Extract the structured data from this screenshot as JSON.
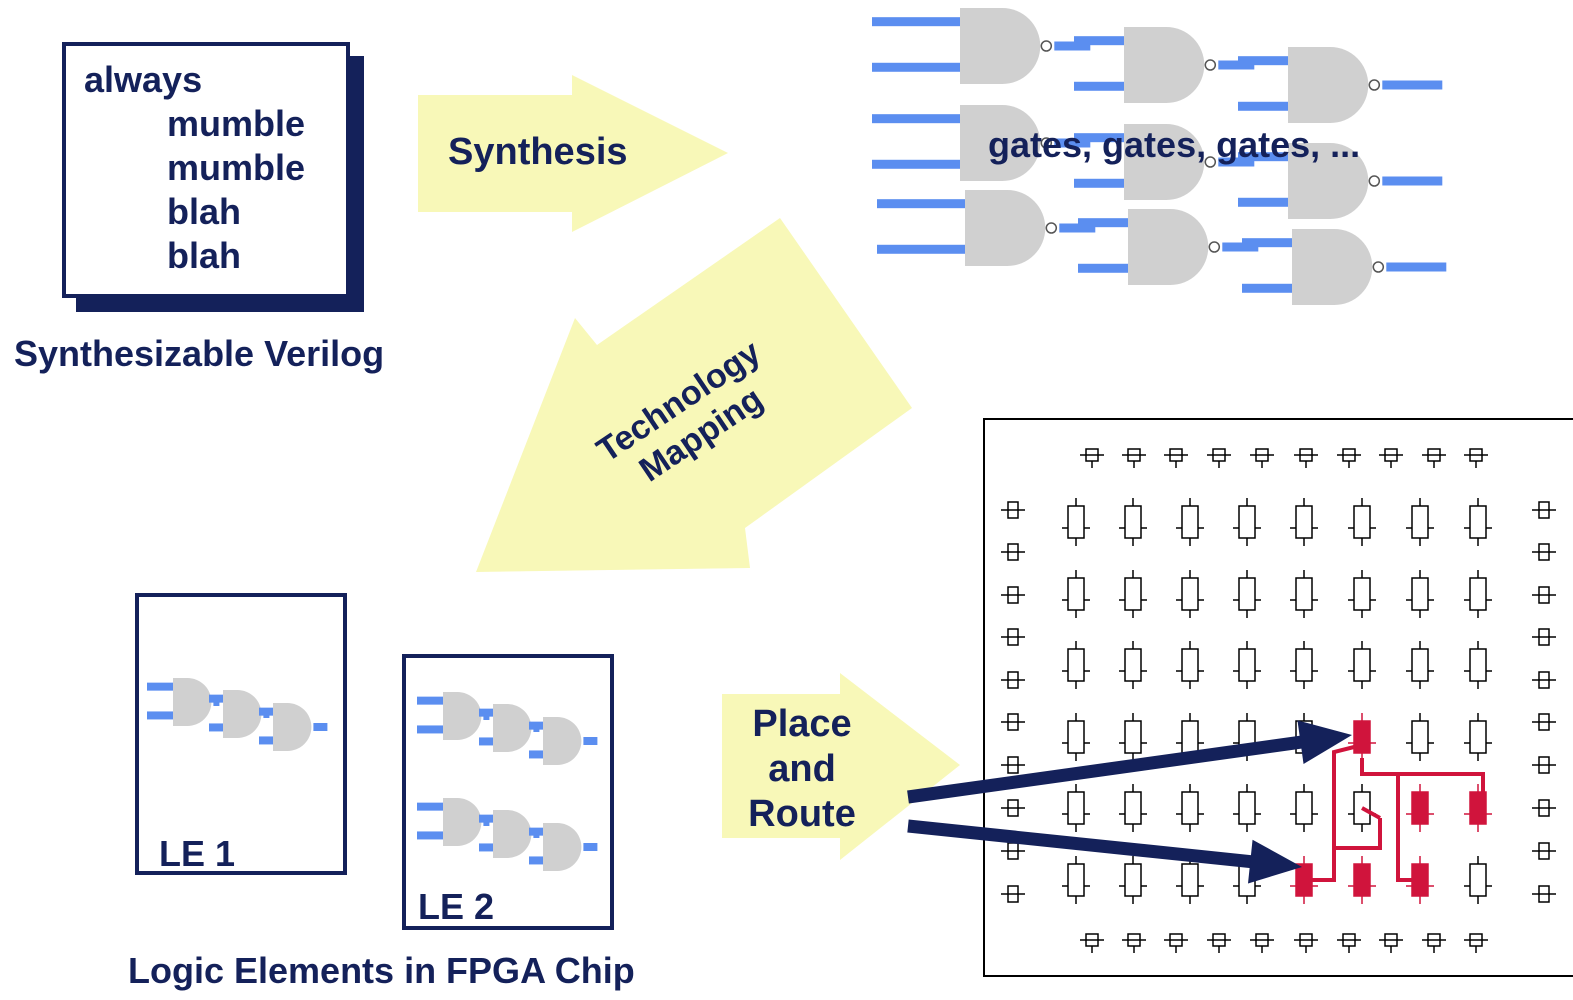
{
  "verilog": {
    "lines": [
      "always",
      "mumble",
      "mumble",
      "blah",
      "blah"
    ],
    "caption": "Synthesizable Verilog"
  },
  "synthesis": {
    "label": "Synthesis"
  },
  "gates": {
    "label": "gates, gates, gates, ..."
  },
  "technology_mapping": {
    "line1": "Technology",
    "line2": "Mapping"
  },
  "logic_elements": {
    "le1_label": "LE 1",
    "le2_label": "LE 2",
    "caption": "Logic Elements in FPGA Chip"
  },
  "place_route": {
    "line1": "Place",
    "line2": "and",
    "line3": "Route"
  },
  "colors": {
    "navy": "#14215a",
    "arrow_fill": "#f8f8b8",
    "gate_gray": "#d0d0d0",
    "wire_blue": "#5b8ef0",
    "highlight_red": "#d0143c"
  }
}
